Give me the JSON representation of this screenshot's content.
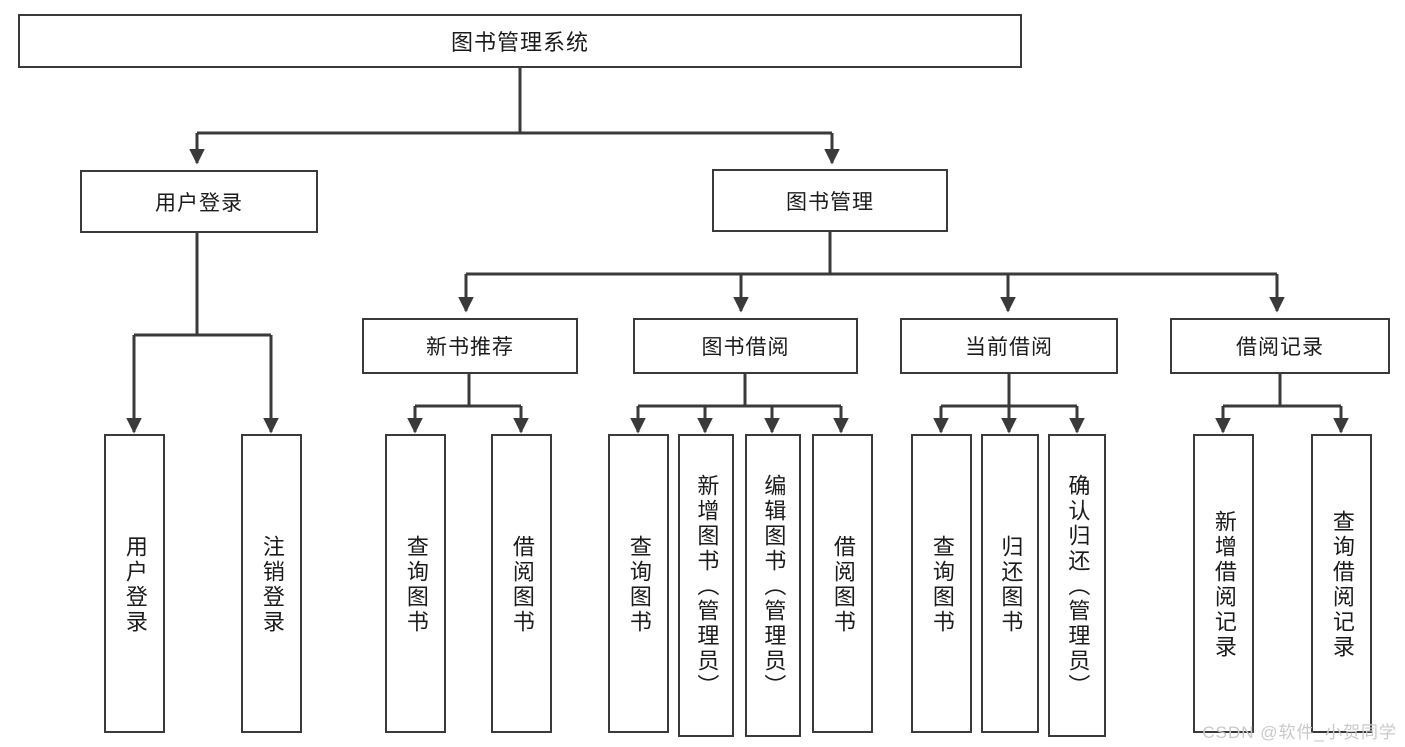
{
  "diagram": {
    "type": "tree-hierarchy",
    "title": "图书管理系统",
    "watermark": "CSDN @软件_小贺同学",
    "colors": {
      "stroke": "#3a3a3a",
      "fill": "#ffffff",
      "text": "#1b1b1b",
      "watermark": "#c9c9c9"
    },
    "nodes": {
      "root": {
        "label": "图书管理系统",
        "level": 0
      },
      "l1": [
        {
          "id": "user-login",
          "label": "用户登录"
        },
        {
          "id": "book-manage",
          "label": "图书管理"
        }
      ],
      "l2": [
        {
          "id": "new-book-recommend",
          "label": "新书推荐",
          "parent": "book-manage"
        },
        {
          "id": "book-borrow",
          "label": "图书借阅",
          "parent": "book-manage"
        },
        {
          "id": "current-borrow",
          "label": "当前借阅",
          "parent": "book-manage"
        },
        {
          "id": "borrow-record",
          "label": "借阅记录",
          "parent": "book-manage"
        }
      ],
      "leaves": [
        {
          "id": "leaf-user-login",
          "label": "用户登录",
          "parent": "user-login"
        },
        {
          "id": "leaf-user-logout",
          "label": "注销登录",
          "parent": "user-login"
        },
        {
          "id": "leaf-query-book-1",
          "label": "查询图书",
          "parent": "new-book-recommend"
        },
        {
          "id": "leaf-borrow-book-1",
          "label": "借阅图书",
          "parent": "new-book-recommend"
        },
        {
          "id": "leaf-query-book-2",
          "label": "查询图书",
          "parent": "book-borrow"
        },
        {
          "id": "leaf-add-book",
          "label": "新增图书（管理员）",
          "parent": "book-borrow"
        },
        {
          "id": "leaf-edit-book",
          "label": "编辑图书（管理员）",
          "parent": "book-borrow"
        },
        {
          "id": "leaf-borrow-book-2",
          "label": "借阅图书",
          "parent": "book-borrow"
        },
        {
          "id": "leaf-query-book-3",
          "label": "查询图书",
          "parent": "current-borrow"
        },
        {
          "id": "leaf-return-book",
          "label": "归还图书",
          "parent": "current-borrow"
        },
        {
          "id": "leaf-confirm-return",
          "label": "确认归还（管理员）",
          "parent": "current-borrow"
        },
        {
          "id": "leaf-add-record",
          "label": "新增借阅记录",
          "parent": "borrow-record"
        },
        {
          "id": "leaf-query-record",
          "label": "查询借阅记录",
          "parent": "borrow-record"
        }
      ]
    }
  }
}
